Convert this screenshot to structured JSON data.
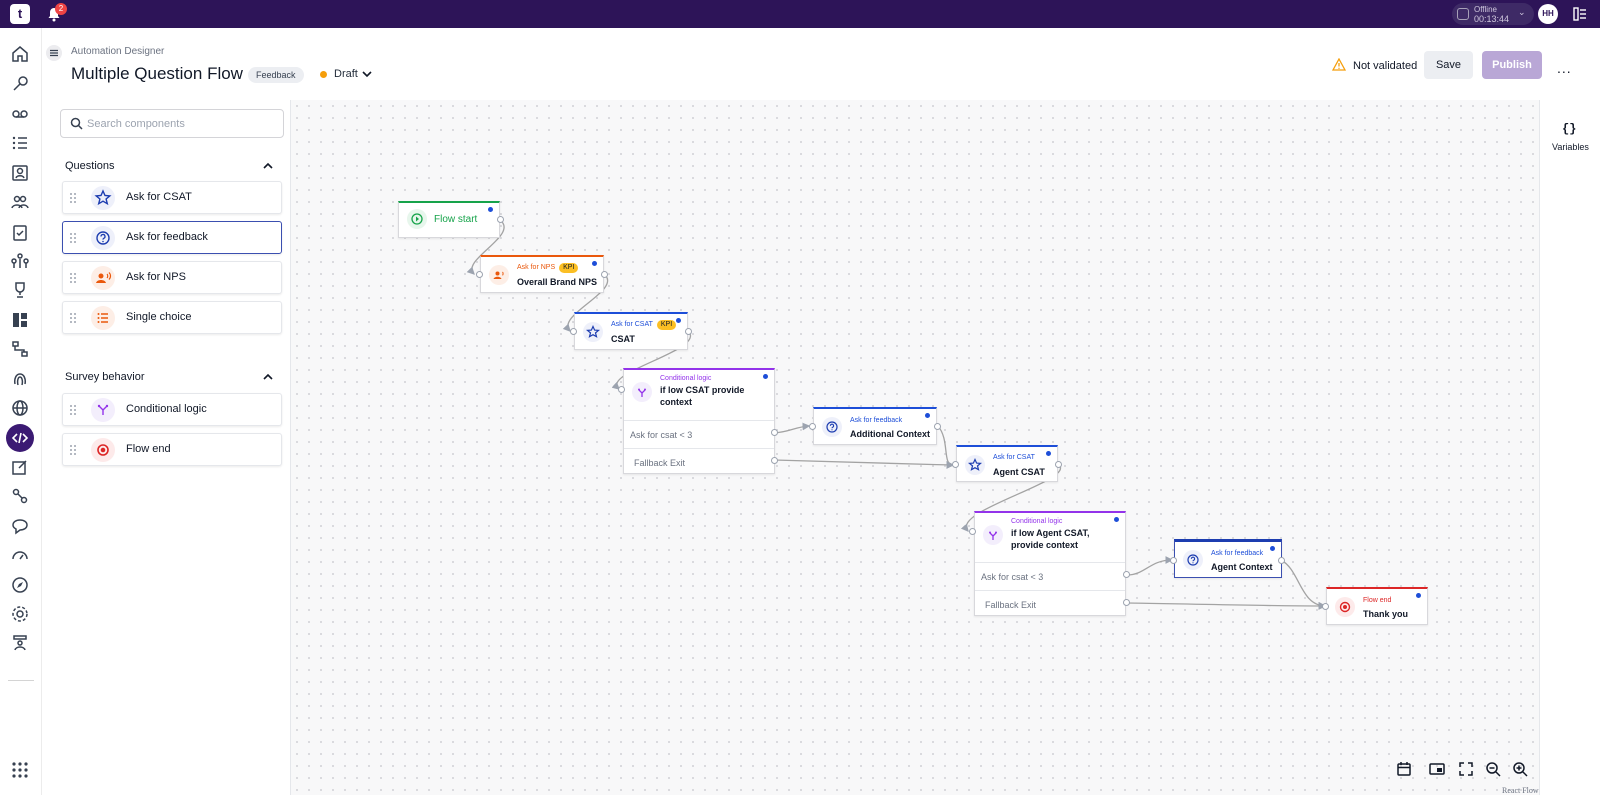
{
  "topbar": {
    "logo": "t",
    "notifications_count": "2",
    "status_label": "Offline",
    "status_time": "00:13:44",
    "avatar_initials": "HH"
  },
  "header": {
    "breadcrumb": "Automation Designer",
    "title": "Multiple Question Flow",
    "tag": "Feedback",
    "status": "Draft",
    "validation": "Not validated",
    "save_label": "Save",
    "publish_label": "Publish",
    "more": "..."
  },
  "components": {
    "search_placeholder": "Search components",
    "sections": [
      {
        "title": "Questions",
        "items": [
          {
            "label": "Ask for CSAT",
            "icon": "star-icon"
          },
          {
            "label": "Ask for feedback",
            "icon": "question-icon"
          },
          {
            "label": "Ask for NPS",
            "icon": "nps-icon"
          },
          {
            "label": "Single choice",
            "icon": "list-icon"
          }
        ]
      },
      {
        "title": "Survey behavior",
        "items": [
          {
            "label": "Conditional logic",
            "icon": "branch-icon"
          },
          {
            "label": "Flow end",
            "icon": "stop-icon"
          }
        ]
      }
    ]
  },
  "flow": {
    "start": {
      "title": "Flow start"
    },
    "nps": {
      "subtitle": "Ask for NPS",
      "badge": "KPI",
      "title": "Overall Brand NPS"
    },
    "csat": {
      "subtitle": "Ask for CSAT",
      "badge": "KPI",
      "title": "CSAT"
    },
    "cond1": {
      "subtitle": "Conditional logic",
      "title_line1": "if low CSAT provide",
      "title_line2": "context",
      "rule": "Ask for csat < 3",
      "fallback": "Fallback Exit"
    },
    "fb1": {
      "subtitle": "Ask for feedback",
      "title": "Additional Context"
    },
    "agent_csat": {
      "subtitle": "Ask for CSAT",
      "title": "Agent CSAT"
    },
    "cond2": {
      "subtitle": "Conditional logic",
      "title_line1": "if low Agent CSAT,",
      "title_line2": "provide context",
      "rule": "Ask for csat < 3",
      "fallback": "Fallback Exit"
    },
    "fb2": {
      "subtitle": "Ask for feedback",
      "title": "Agent Context"
    },
    "end": {
      "subtitle": "Flow end",
      "title": "Thank you"
    }
  },
  "rightrail": {
    "icon": "{}",
    "label": "Variables"
  },
  "canvas": {
    "attribution": "React Flow"
  },
  "colors": {
    "topbar": "#2d1458",
    "accent": "#3b1a73",
    "green": "#16a34a",
    "orange": "#ea580c",
    "blue": "#1d4ed8",
    "purple": "#9333ea",
    "red": "#dc2626",
    "kpi": "#fbbf24"
  }
}
